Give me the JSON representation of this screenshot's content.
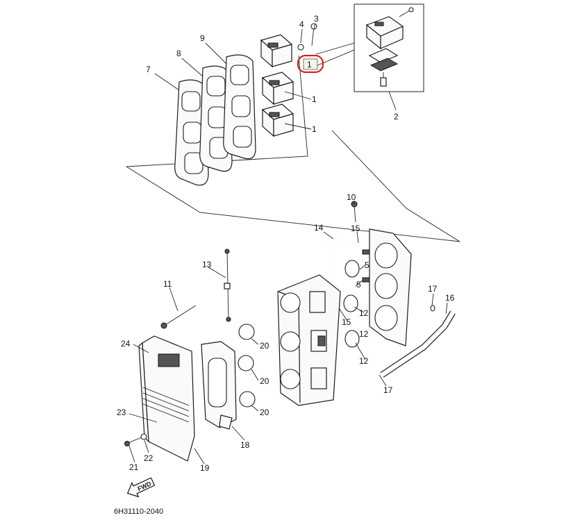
{
  "callouts": {
    "c1_top": "1",
    "c1_mid": "1",
    "c1_bot": "1",
    "c2": "2",
    "c3": "3",
    "c4": "4",
    "c5_a": "5",
    "c5_b": "5",
    "c7": "7",
    "c8": "8",
    "c9": "9",
    "c10": "10",
    "c11": "11",
    "c12_a": "12",
    "c12_b": "12",
    "c12_c": "12",
    "c13": "13",
    "c14": "14",
    "c15_a": "15",
    "c15_b": "15",
    "c16": "16",
    "c17_a": "17",
    "c17_b": "17",
    "c18": "18",
    "c19": "19",
    "c20_a": "20",
    "c20_b": "20",
    "c20_c": "20",
    "c21": "21",
    "c22": "22",
    "c23": "23",
    "c24": "24"
  },
  "fwd_label": "FWD",
  "diagram_code": "6H31110-2040",
  "highlight_color": "#d42020"
}
